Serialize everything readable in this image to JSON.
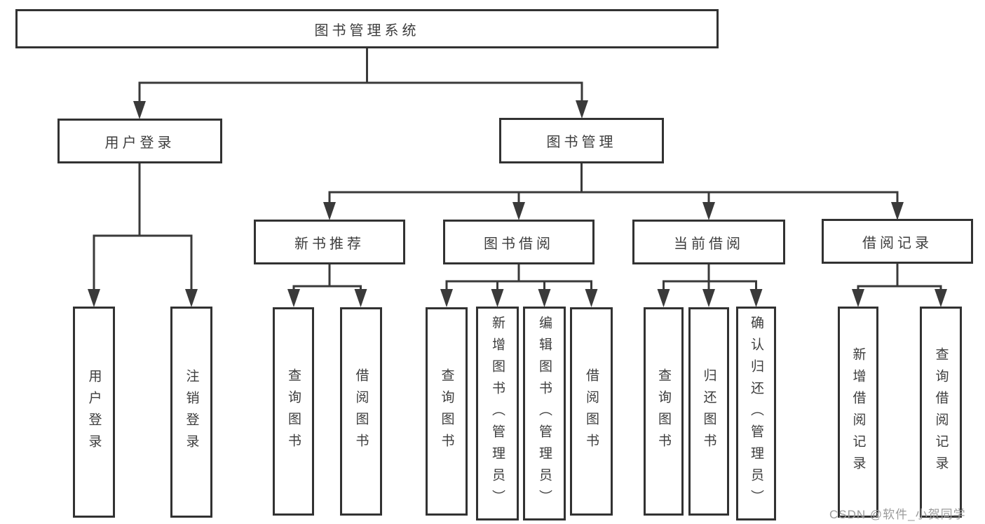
{
  "diagram_title": "图书管理系统",
  "nodes": {
    "root": {
      "label": "图书管理系统"
    },
    "level2": [
      {
        "label": "用户登录"
      },
      {
        "label": "图书管理"
      }
    ],
    "level3": [
      {
        "label": "新书推荐"
      },
      {
        "label": "图书借阅"
      },
      {
        "label": "当前借阅"
      },
      {
        "label": "借阅记录"
      }
    ],
    "leaves": {
      "user_login": [
        {
          "label": "用户登录"
        },
        {
          "label": "注销登录"
        }
      ],
      "new_book": [
        {
          "label": "查询图书"
        },
        {
          "label": "借阅图书"
        }
      ],
      "book_borrow": [
        {
          "label": "查询图书"
        },
        {
          "label": "新增图书（管理员）"
        },
        {
          "label": "编辑图书（管理员）"
        },
        {
          "label": "借阅图书"
        }
      ],
      "current_borrow": [
        {
          "label": "查询图书"
        },
        {
          "label": "归还图书"
        },
        {
          "label": "确认归还（管理员）"
        }
      ],
      "borrow_records": [
        {
          "label": "新增借阅记录"
        },
        {
          "label": "查询借阅记录"
        }
      ]
    }
  },
  "watermark": {
    "text": "CSDN @软件_小贺同学"
  },
  "colors": {
    "line": "#3a3a3a",
    "box_border": "#323232",
    "text": "#3d3d3d",
    "watermark": "#9b9b9b",
    "background": "#ffffff"
  }
}
